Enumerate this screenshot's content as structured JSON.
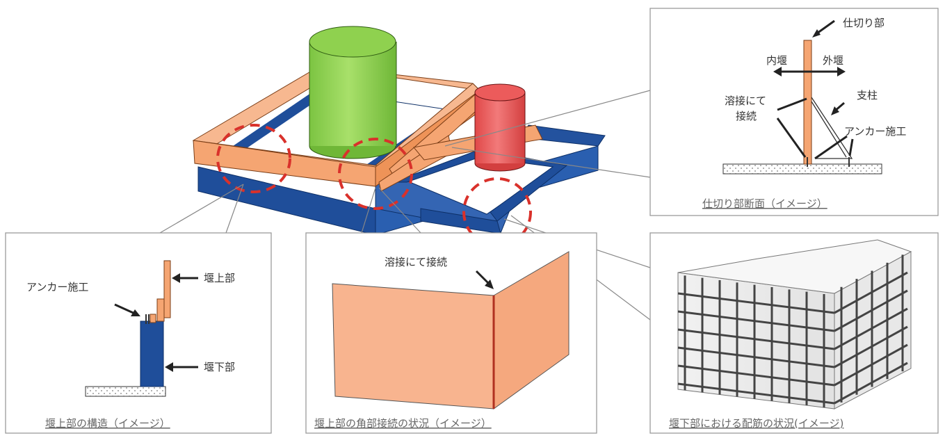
{
  "panels": {
    "section": {
      "caption": "仕切り部断面（イメージ）",
      "labels": {
        "partition": "仕切り部",
        "inner": "内堰",
        "outer": "外堰",
        "weld_line1": "溶接にて",
        "weld_line2": "接続",
        "support": "支柱",
        "anchor": "アンカー施工"
      }
    },
    "upper_structure": {
      "caption": "堰上部の構造（イメージ）",
      "labels": {
        "anchor": "アンカー施工",
        "upper": "堰上部",
        "lower": "堰下部"
      }
    },
    "corner": {
      "caption": "堰上部の角部接続の状況（イメージ）",
      "labels": {
        "weld": "溶接にて接続"
      }
    },
    "rebar": {
      "caption": "堰下部における配筋の状況(イメージ)"
    }
  },
  "colors": {
    "upper_weir": "#f5a572",
    "lower_weir": "#1f4e9a",
    "tank_large": "#8fd14f",
    "tank_small": "#ec5b5b",
    "highlight": "#d9312b"
  }
}
